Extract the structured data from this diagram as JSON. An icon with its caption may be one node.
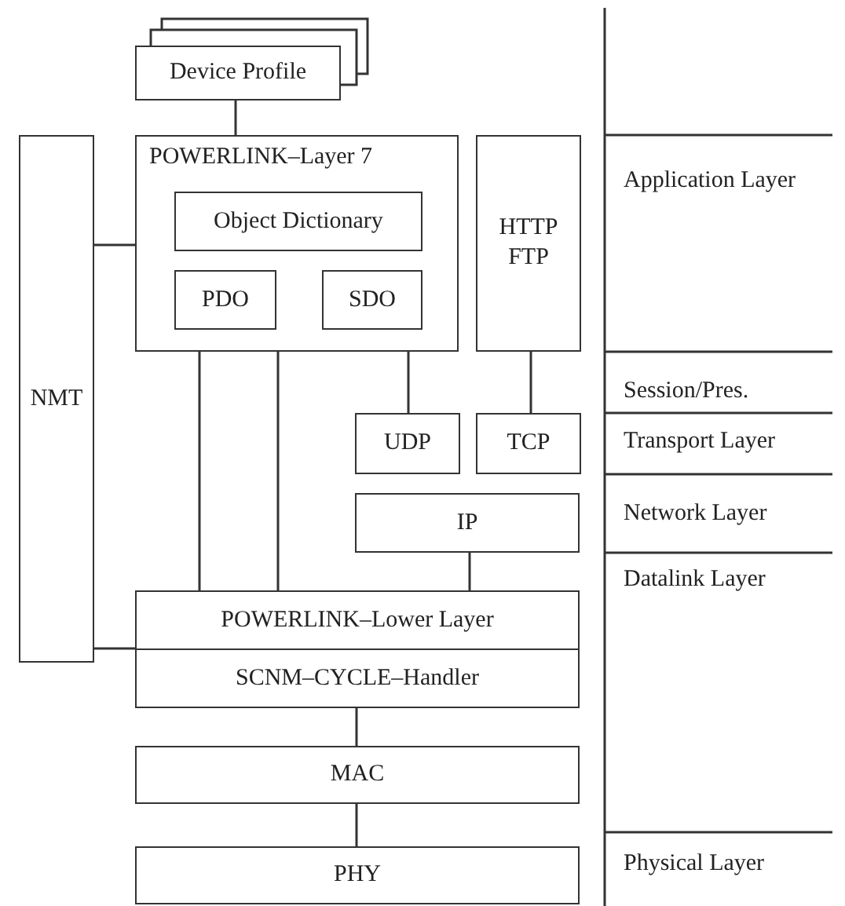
{
  "diagram": {
    "nodes": [
      {
        "text": [
          "Device Profile"
        ]
      },
      {
        "text": [
          "NMT"
        ]
      },
      {
        "text": [
          "POWERLINK–Layer 7"
        ]
      },
      {
        "text": [
          "Object Dictionary"
        ],
        "in": 2
      },
      {
        "text": [
          "PDO"
        ],
        "in": 2
      },
      {
        "text": [
          "SDO"
        ],
        "in": 2
      },
      {
        "text": [
          "HTTP FTP"
        ]
      },
      {
        "text": [
          "UDP"
        ]
      },
      {
        "text": [
          "TCP"
        ]
      },
      {
        "text": [
          "IP"
        ]
      },
      {
        "text": [
          "POWERLINK–Lower Layer"
        ]
      },
      {
        "text": [
          "SCNM–CYCLE–Handler"
        ]
      },
      {
        "text": [
          "MAC"
        ]
      },
      {
        "text": [
          "PHY"
        ]
      }
    ],
    "edges": [
      {
        "from": 0,
        "to": 2,
        "arrow": "none"
      },
      {
        "from": 1,
        "to": 2,
        "arrow": "none"
      },
      {
        "from": 2,
        "to": 10,
        "arrow": "none"
      },
      {
        "from": 2,
        "to": 10,
        "arrow": "none"
      },
      {
        "from": 2,
        "to": 7,
        "arrow": "none"
      },
      {
        "from": 6,
        "to": 8,
        "arrow": "none"
      },
      {
        "from": 9,
        "to": 10,
        "arrow": "none"
      },
      {
        "from": 1,
        "to": 10,
        "arrow": "none"
      },
      {
        "from": 11,
        "to": 12,
        "arrow": "none"
      },
      {
        "from": 12,
        "to": 13,
        "arrow": "none"
      }
    ],
    "labels": [
      "Application Layer",
      "Session/Pres.",
      "Transport Layer",
      "Network Layer",
      "Datalink Layer",
      "Physical Layer"
    ]
  }
}
